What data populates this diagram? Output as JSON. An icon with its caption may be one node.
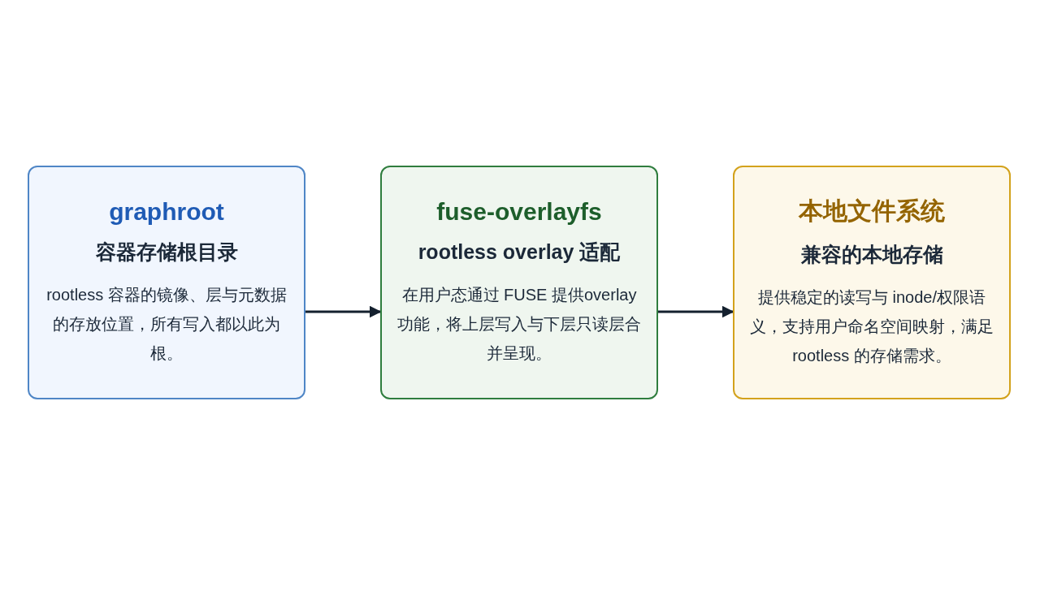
{
  "diagram": {
    "nodes": [
      {
        "text": [
          "graphroot",
          "容器存储根目录",
          "rootless 容器的镜像、层与元数据的存放位置，所有写入都以此为根。"
        ]
      },
      {
        "text": [
          "fuse-overlayfs",
          "rootless overlay 适配",
          "在用户态通过 FUSE 提供overlay 功能，将上层写入与下层只读层合并呈现。"
        ]
      },
      {
        "text": [
          "本地文件系统",
          "兼容的本地存储",
          "提供稳定的读写与 inode/权限语义，支持用户命名空间映射，满足 rootless 的存储需求。"
        ]
      }
    ],
    "edges": [
      {
        "from": 0,
        "to": 1,
        "arrow": "to"
      },
      {
        "from": 1,
        "to": 2,
        "arrow": "to"
      }
    ]
  }
}
